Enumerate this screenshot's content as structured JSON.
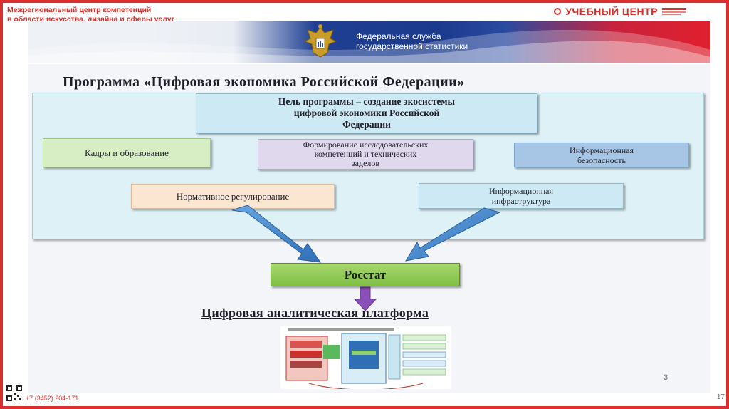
{
  "header": {
    "org_line1": "Межрегиональный центр компетенций",
    "org_line2": "в области искусства, дизайна и сферы услуг",
    "center_name": "УЧЕБНЫЙ ЦЕНТР"
  },
  "banner": {
    "agency_line1": "Федеральная служба",
    "agency_line2": "государственной статистики"
  },
  "slide": {
    "title": "Программа «Цифровая экономика Российской Федерации»",
    "goal_line1": "Цель программы – создание экосистемы",
    "goal_line2": "цифровой экономики Российской",
    "goal_line3": "Федерации",
    "box_kadry": "Кадры и образование",
    "box_research_line1": "Формирование исследовательских",
    "box_research_line2": "компетенций и технических",
    "box_research_line3": "заделов",
    "box_security_line1": "Информационная",
    "box_security_line2": "безопасность",
    "box_norm": "Нормативное регулирование",
    "box_infra_line1": "Информационная",
    "box_infra_line2": "инфраструктура",
    "rosstat": "Росстат",
    "platform_title": "Цифровая аналитическая платформа",
    "page_number": "3"
  },
  "footer": {
    "phone": "+7 (3452) 204-171",
    "page": "17"
  },
  "colors": {
    "brand_red": "#d8302c",
    "arrow_blue": "#3c7fc3",
    "arrow_purple": "#8a4fb8",
    "rosstat_green": "#7fbf45"
  }
}
